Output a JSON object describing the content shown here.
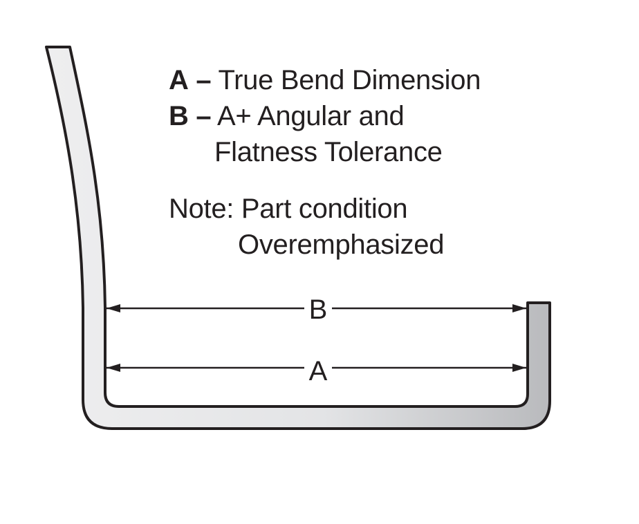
{
  "legend": {
    "a_key": "A",
    "a_dash": "–",
    "a_text": "True Bend Dimension",
    "b_key": "B",
    "b_dash": "–",
    "b_text_line1": "A+ Angular and",
    "b_text_line2": "Flatness Tolerance",
    "note_line1": "Note: Part condition",
    "note_line2": "Overemphasized"
  },
  "dimensions": {
    "b_label": "B",
    "a_label": "A"
  },
  "colors": {
    "outline": "#231f20",
    "fill_light": "#f4f4f5",
    "fill_dark": "#bcbdc0",
    "text": "#231f20"
  }
}
